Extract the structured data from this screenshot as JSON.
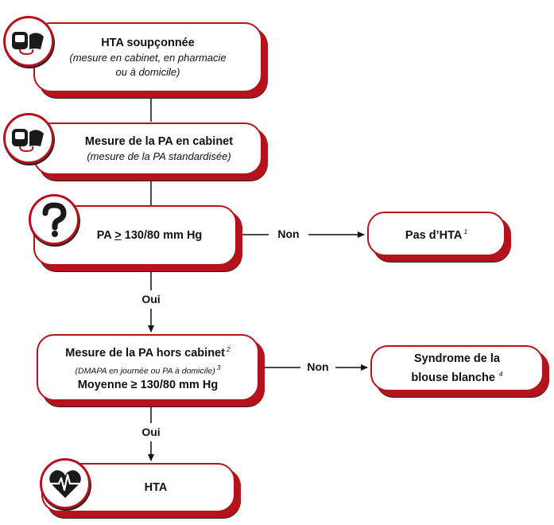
{
  "boxes": {
    "suspected": {
      "title": "HTA soupçonnée",
      "sub1": "(mesure en cabinet, en pharmacie",
      "sub2": "ou à domicile)"
    },
    "office": {
      "title": "Mesure de la PA en cabinet",
      "sub": "(mesure de la PA standardisée)"
    },
    "threshold": {
      "prefix": "PA ",
      "symbol": ">",
      "value": " 130/80 mm Hg"
    },
    "no_hta": {
      "title": "Pas d’HTA",
      "note": "1"
    },
    "out_office": {
      "title": "Mesure de la PA hors cabinet",
      "note1": "2",
      "sub": "(DMAPA en journée ou PA à domicile)",
      "note2": "3",
      "line3": "Moyenne ≥ 130/80 mm Hg"
    },
    "white_coat": {
      "line1": "Syndrome de la",
      "line2": "blouse blanche",
      "note": "4"
    },
    "hta": {
      "title": "HTA"
    }
  },
  "labels": {
    "non": "Non",
    "oui": "Oui"
  },
  "icons": [
    "bp-monitor-icon",
    "bp-monitor-icon",
    "question-mark-icon",
    "heart-rate-icon"
  ],
  "colors": {
    "accent": "#b5121b",
    "text": "#111111",
    "icon": "#1a1a1a"
  }
}
